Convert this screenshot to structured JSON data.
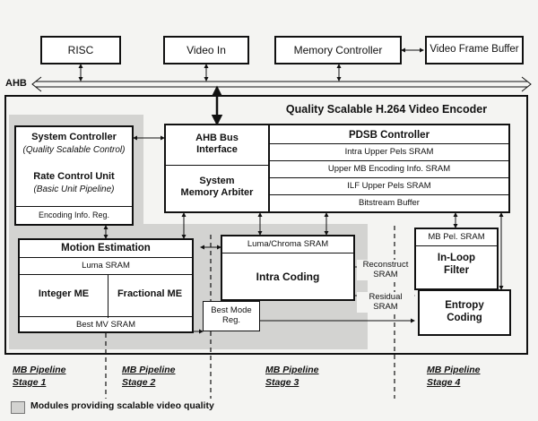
{
  "external": {
    "risc": "RISC",
    "video_in": "Video In",
    "memory_controller": "Memory Controller",
    "video_frame_buffer": "Video Frame Buffer",
    "bus": "AHB"
  },
  "encoder": {
    "title": "Quality Scalable H.264 Video Encoder",
    "system_controller": {
      "title": "System Controller",
      "subtitle": "(Quality Scalable Control)",
      "rcu_title": "Rate Control Unit",
      "rcu_subtitle": "(Basic Unit Pipeline)",
      "reg": "Encoding Info. Reg."
    },
    "ahb": {
      "interface": "AHB Bus\nInterface",
      "arbiter": "System\nMemory Arbiter"
    },
    "pdsb": {
      "title": "PDSB Controller",
      "rows": [
        "Intra Upper Pels SRAM",
        "Upper MB Encoding Info. SRAM",
        "ILF Upper Pels SRAM",
        "Bitstream Buffer"
      ]
    },
    "motion": {
      "title": "Motion Estimation",
      "luma": "Luma SRAM",
      "integer": "Integer ME",
      "fractional": "Fractional ME",
      "best_mv": "Best MV SRAM"
    },
    "intra": {
      "sram": "Luma/Chroma SRAM",
      "title": "Intra Coding"
    },
    "best_mode": "Best Mode\nReg.",
    "reconstruct": "Reconstruct\nSRAM",
    "residual": "Residual\nSRAM",
    "loop_filter": {
      "sram": "MB Pel. SRAM",
      "title": "In-Loop\nFilter"
    },
    "entropy": "Entropy\nCoding"
  },
  "stages": [
    {
      "line1": "MB Pipeline",
      "line2": "Stage 1"
    },
    {
      "line1": "MB Pipeline",
      "line2": "Stage 2"
    },
    {
      "line1": "MB Pipeline",
      "line2": "Stage 3"
    },
    {
      "line1": "MB Pipeline",
      "line2": "Stage 4"
    }
  ],
  "legend": "Modules providing scalable video quality",
  "colors": {
    "shade": "#d3d3d1",
    "line": "#111111"
  }
}
